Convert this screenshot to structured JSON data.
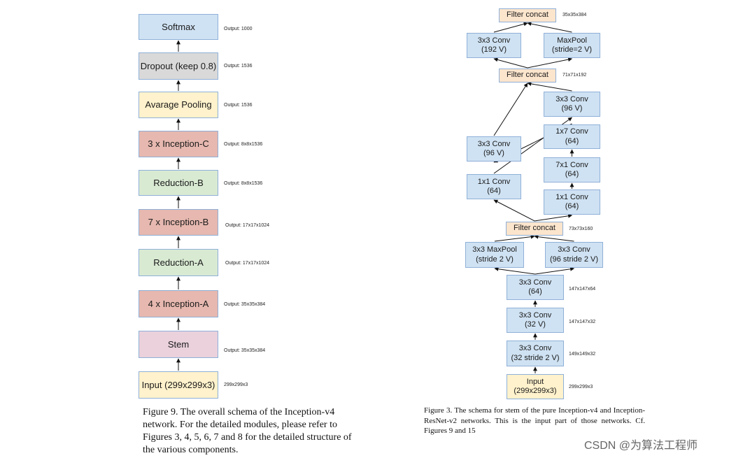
{
  "colors": {
    "blue": "#cfe2f3",
    "grey": "#d9d9d9",
    "yellow": "#fff2cc",
    "red": "#e6b8af",
    "green": "#d9ead3",
    "pink": "#ead1dc",
    "orange": "#fce5cd",
    "border": "#8fb0d8",
    "arrow": "#111111"
  },
  "left_diagram": {
    "nodes": [
      {
        "id": "L1",
        "label": "Softmax",
        "output": "Output: 1000",
        "color": "blue"
      },
      {
        "id": "L2",
        "label": "Dropout (keep 0.8)",
        "output": "Output: 1536",
        "color": "grey"
      },
      {
        "id": "L3",
        "label": "Avarage Pooling",
        "output": "Output: 1536",
        "color": "yellow"
      },
      {
        "id": "L4",
        "label": "3 x Inception-C",
        "output": "Output: 8x8x1536",
        "color": "red"
      },
      {
        "id": "L5",
        "label": "Reduction-B",
        "output": "Output: 8x8x1536",
        "color": "green"
      },
      {
        "id": "L6",
        "label": "7 x Inception-B",
        "output": "Output: 17x17x1024",
        "color": "red"
      },
      {
        "id": "L7",
        "label": "Reduction-A",
        "output": "Output: 17x17x1024",
        "color": "green"
      },
      {
        "id": "L8",
        "label": "4 x Inception-A",
        "output": "Output: 35x35x384",
        "color": "red"
      },
      {
        "id": "L9",
        "label": "Stem",
        "output": "Output: 35x35x384",
        "color": "pink"
      },
      {
        "id": "L10",
        "label": "Input (299x299x3)",
        "output": "299x299x3",
        "color": "yellow"
      }
    ],
    "edges": [
      [
        "L10",
        "L9"
      ],
      [
        "L9",
        "L8"
      ],
      [
        "L8",
        "L7"
      ],
      [
        "L7",
        "L6"
      ],
      [
        "L6",
        "L5"
      ],
      [
        "L5",
        "L4"
      ],
      [
        "L4",
        "L3"
      ],
      [
        "L3",
        "L2"
      ],
      [
        "L2",
        "L1"
      ]
    ],
    "caption": "Figure 9. The overall schema of the Inception-v4 network. For the detailed modules, please refer to Figures 3, 4, 5, 6, 7 and 8 for the detailed structure of the various components."
  },
  "right_diagram": {
    "nodes": [
      {
        "id": "R1",
        "lines": [
          "Filter concat"
        ],
        "output": "35x35x384",
        "color": "orange"
      },
      {
        "id": "R2",
        "lines": [
          "3x3 Conv",
          "(192 V)"
        ],
        "output": "",
        "color": "blue"
      },
      {
        "id": "R3",
        "lines": [
          "MaxPool",
          "(stride=2 V)"
        ],
        "output": "",
        "color": "blue"
      },
      {
        "id": "R4",
        "lines": [
          "Filter concat"
        ],
        "output": "71x71x192",
        "color": "orange"
      },
      {
        "id": "R5",
        "lines": [
          "3x3 Conv",
          "(96 V)"
        ],
        "output": "",
        "color": "blue"
      },
      {
        "id": "R6",
        "lines": [
          "1x7 Conv",
          "(64)"
        ],
        "output": "",
        "color": "blue"
      },
      {
        "id": "R7",
        "lines": [
          "3x3 Conv",
          "(96 V)"
        ],
        "output": "",
        "color": "blue"
      },
      {
        "id": "R8",
        "lines": [
          "7x1 Conv",
          "(64)"
        ],
        "output": "",
        "color": "blue"
      },
      {
        "id": "R9",
        "lines": [
          "1x1 Conv",
          "(64)"
        ],
        "output": "",
        "color": "blue"
      },
      {
        "id": "R10",
        "lines": [
          "1x1 Conv",
          "(64)"
        ],
        "output": "",
        "color": "blue"
      },
      {
        "id": "R11",
        "lines": [
          "Filter concat"
        ],
        "output": "73x73x160",
        "color": "orange"
      },
      {
        "id": "R12",
        "lines": [
          "3x3 MaxPool",
          "(stride 2 V)"
        ],
        "output": "",
        "color": "blue"
      },
      {
        "id": "R13",
        "lines": [
          "3x3 Conv",
          "(96 stride 2 V)"
        ],
        "output": "",
        "color": "blue"
      },
      {
        "id": "R14",
        "lines": [
          "3x3 Conv",
          "(64)"
        ],
        "output": "147x147x64",
        "color": "blue"
      },
      {
        "id": "R15",
        "lines": [
          "3x3 Conv",
          "(32 V)"
        ],
        "output": "147x147x32",
        "color": "blue"
      },
      {
        "id": "R16",
        "lines": [
          "3x3 Conv",
          "(32 stride 2 V)"
        ],
        "output": "149x149x32",
        "color": "blue"
      },
      {
        "id": "R17",
        "lines": [
          "Input",
          "(299x299x3)"
        ],
        "output": "299x299x3",
        "color": "yellow"
      }
    ],
    "edges": [
      [
        "R17",
        "R16"
      ],
      [
        "R16",
        "R15"
      ],
      [
        "R15",
        "R14"
      ],
      [
        "R14",
        "R12"
      ],
      [
        "R14",
        "R13"
      ],
      [
        "R12",
        "R11"
      ],
      [
        "R13",
        "R11"
      ],
      [
        "R11",
        "R9"
      ],
      [
        "R11",
        "R10"
      ],
      [
        "R9",
        "R7"
      ],
      [
        "R10",
        "R8"
      ],
      [
        "R8",
        "R6"
      ],
      [
        "R6",
        "R5"
      ],
      [
        "R7",
        "R4"
      ],
      [
        "R5",
        "R4"
      ],
      [
        "R4",
        "R2"
      ],
      [
        "R4",
        "R3"
      ],
      [
        "R2",
        "R1"
      ],
      [
        "R3",
        "R1"
      ]
    ],
    "caption": "Figure 3. The schema for stem of the pure Inception-v4 and Inception-ResNet-v2 networks. This is the input part of those networks. Cf. Figures 9 and 15"
  },
  "watermark": "CSDN @为算法工程师"
}
